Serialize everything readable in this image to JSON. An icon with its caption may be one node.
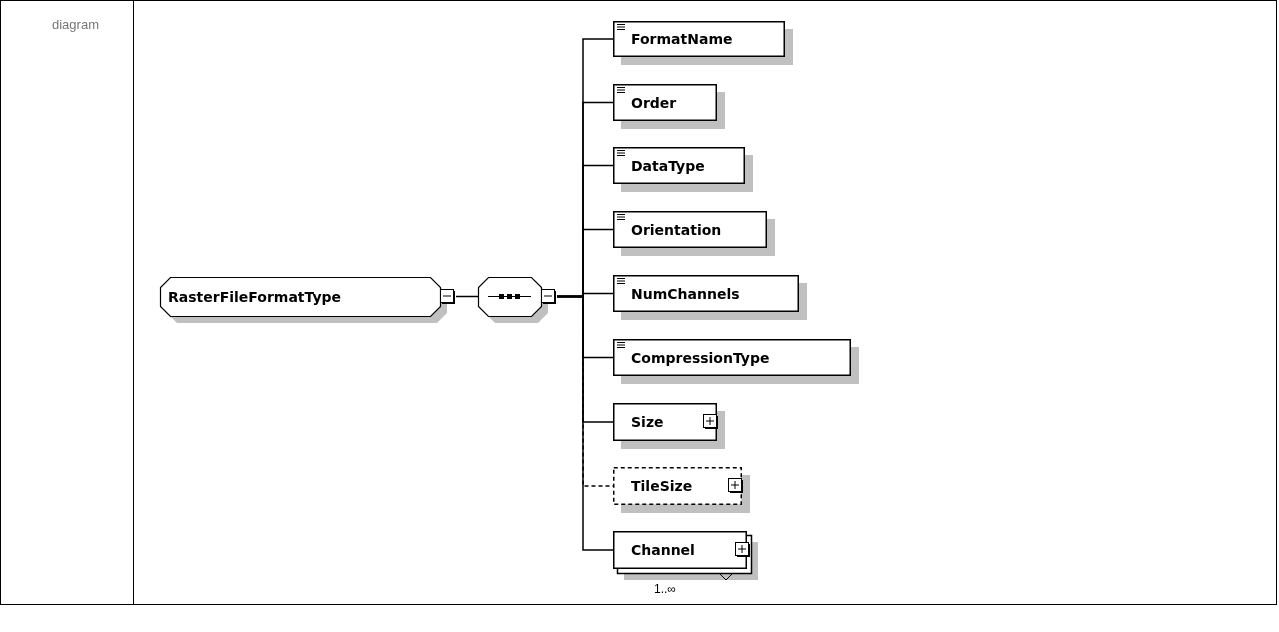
{
  "diagram": {
    "nodes": [
      {
        "text": [
          "RasterFileFormatType"
        ]
      },
      {
        "text": [],
        "shape": "octagon"
      },
      {
        "text": [
          "FormatName"
        ]
      },
      {
        "text": [
          "Order"
        ]
      },
      {
        "text": [
          "DataType"
        ]
      },
      {
        "text": [
          "Orientation"
        ]
      },
      {
        "text": [
          "NumChannels"
        ]
      },
      {
        "text": [
          "CompressionType"
        ]
      },
      {
        "text": [
          "Size"
        ]
      },
      {
        "text": [
          "TileSize"
        ]
      },
      {
        "text": [
          "Channel"
        ],
        "beside": [
          "1..∞"
        ]
      }
    ],
    "edges": [
      {
        "from": 0,
        "to": 1,
        "arrow": "none"
      },
      {
        "from": 1,
        "to": 2,
        "arrow": "none"
      },
      {
        "from": 1,
        "to": 3,
        "arrow": "none"
      },
      {
        "from": 1,
        "to": 4,
        "arrow": "none"
      },
      {
        "from": 1,
        "to": 5,
        "arrow": "none"
      },
      {
        "from": 1,
        "to": 6,
        "arrow": "none"
      },
      {
        "from": 1,
        "to": 7,
        "arrow": "none"
      },
      {
        "from": 1,
        "to": 8,
        "arrow": "none"
      },
      {
        "from": 1,
        "to": 9,
        "arrow": "none",
        "style": "dashed"
      },
      {
        "from": 1,
        "to": 10,
        "arrow": "none"
      }
    ],
    "labels": [
      "diagram"
    ]
  }
}
